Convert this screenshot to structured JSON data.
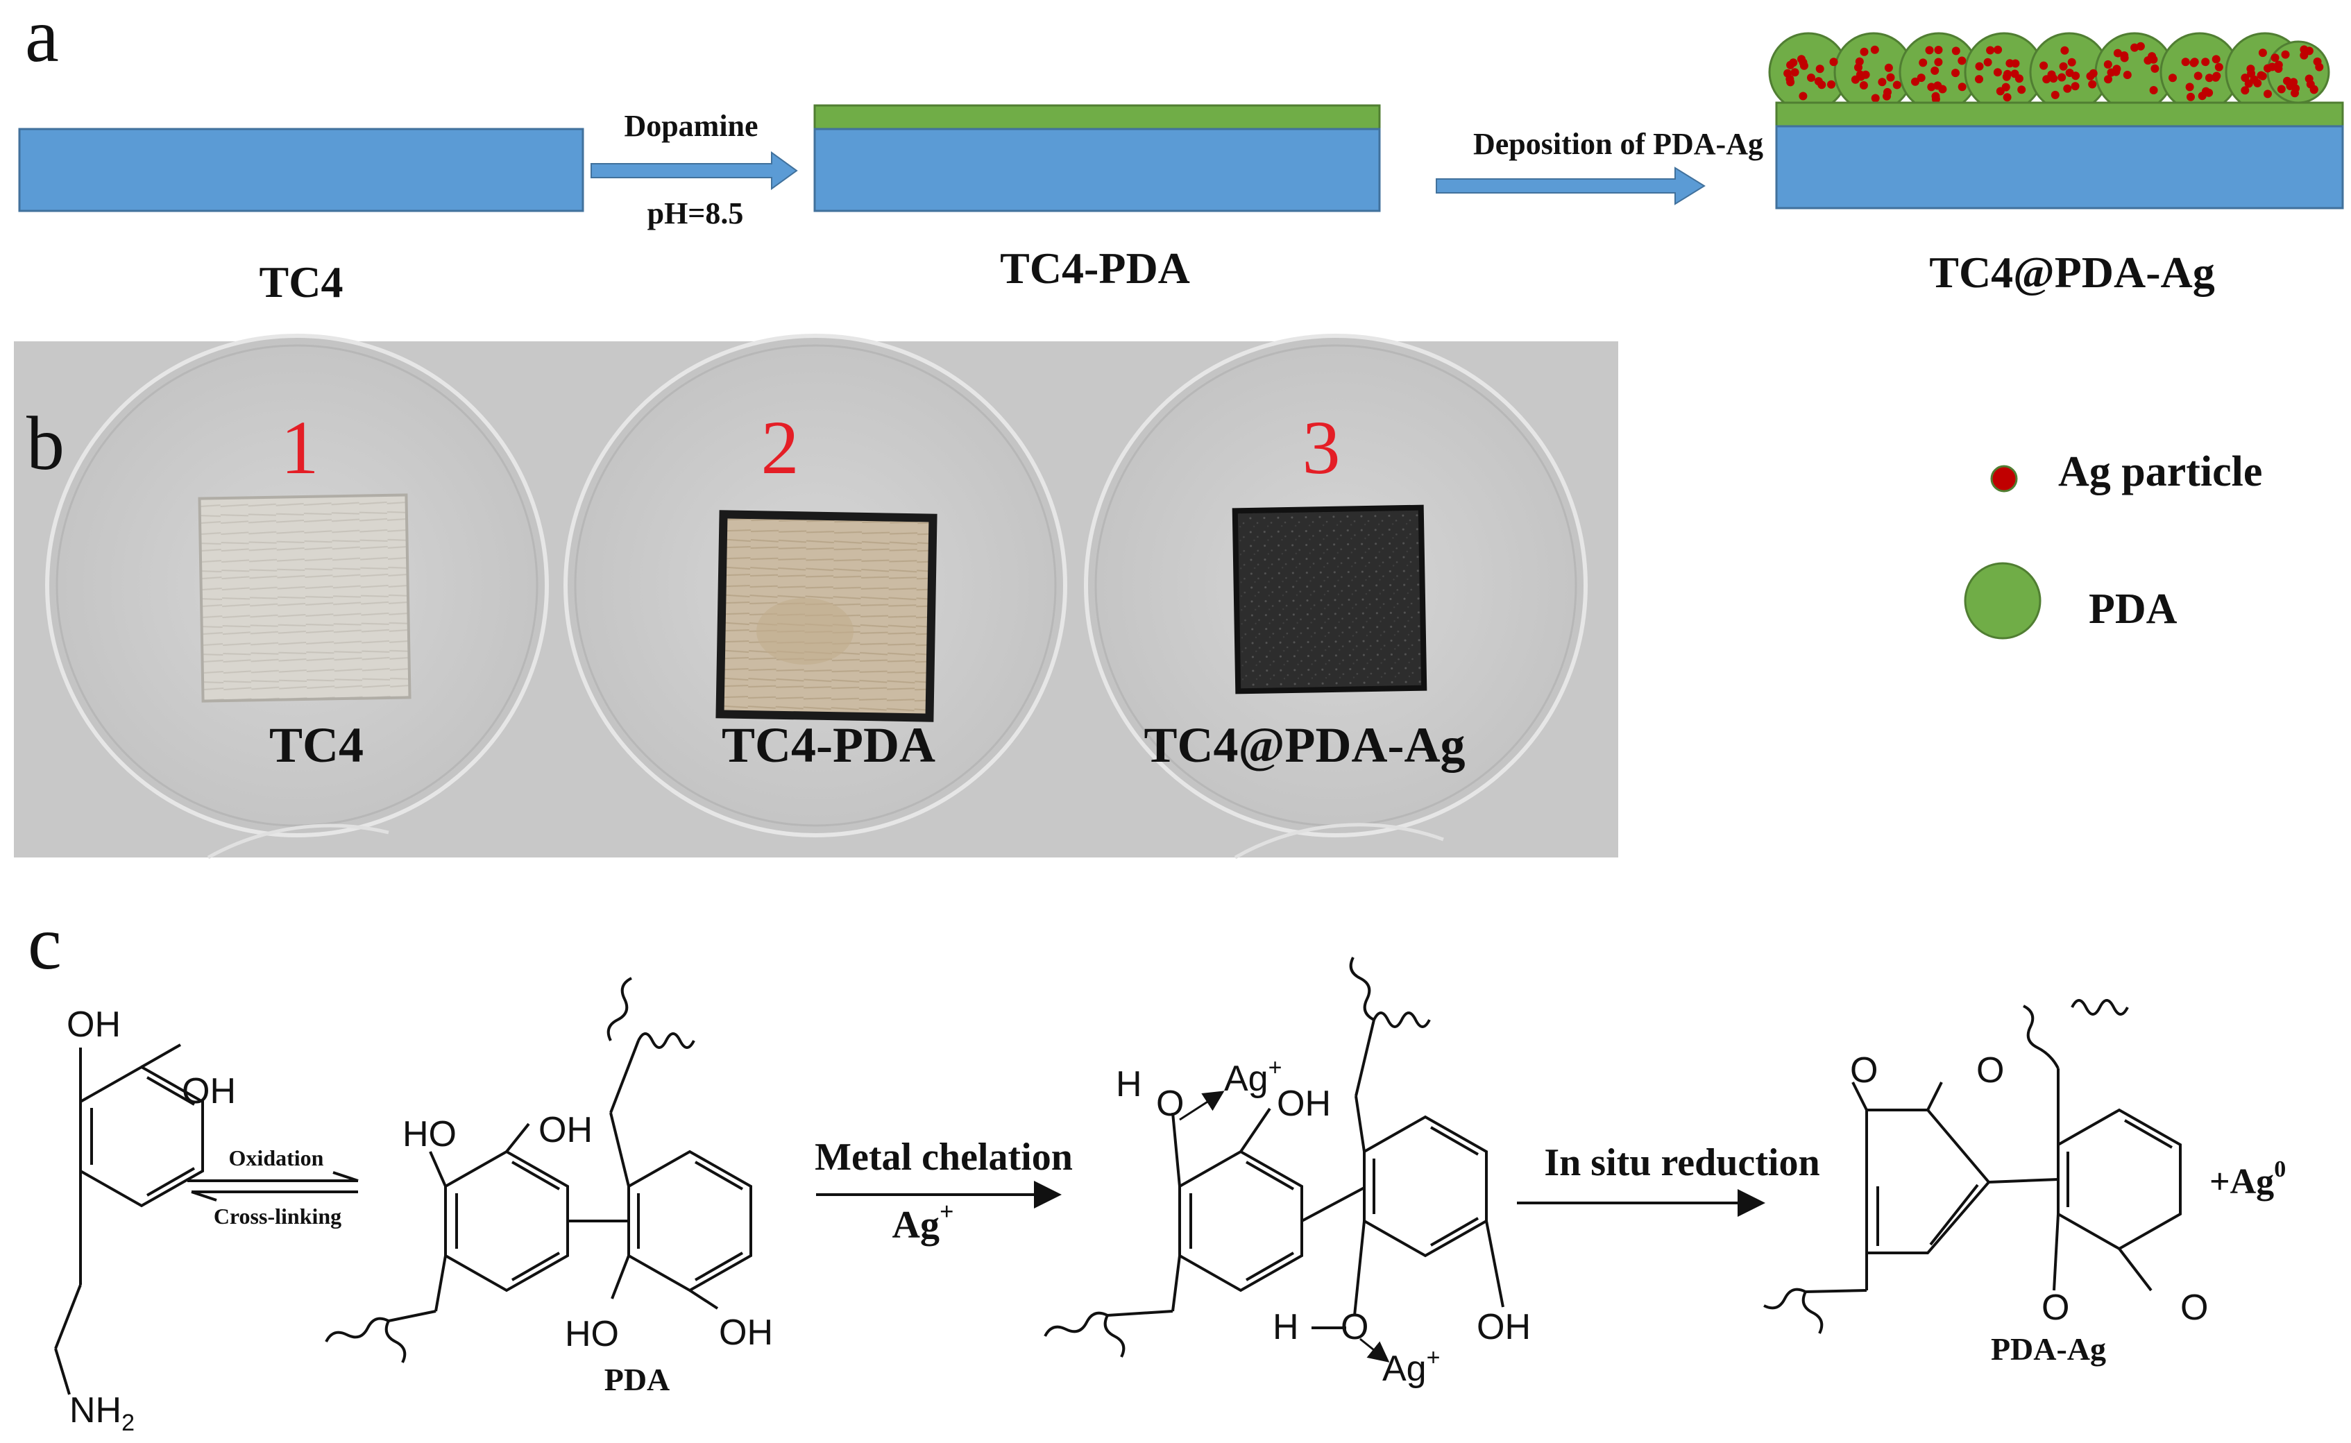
{
  "panels": {
    "a": "a",
    "b": "b",
    "c": "c"
  },
  "panel_a": {
    "step1_label": "TC4",
    "step2_label": "TC4-PDA",
    "step3_label": "TC4@PDA-Ag",
    "arrow1_top": "Dopamine",
    "arrow1_bottom": "pH=8.5",
    "arrow2_top": "Deposition of PDA-Ag",
    "colors": {
      "substrate": "#5b9bd5",
      "pda": "#70ad47",
      "ag": "#c00000"
    }
  },
  "panel_b": {
    "numbers": [
      "1",
      "2",
      "3"
    ],
    "samples": [
      "TC4",
      "TC4-PDA",
      "TC4@PDA-Ag"
    ],
    "legend": {
      "ag_label": "Ag particle",
      "pda_label": "PDA"
    }
  },
  "panel_c": {
    "dopamine": {
      "oh1": "OH",
      "oh2": "OH",
      "nh2": "NH",
      "nh2_sub": "2"
    },
    "eq_top": "Oxidation",
    "eq_bottom": "Cross-linking",
    "pda_oh": [
      "HO",
      "OH",
      "HO",
      "OH"
    ],
    "pda_label": "PDA",
    "arrow2_top": "Metal chelation",
    "arrow2_bottom": "Ag",
    "arrow2_bottom_sup": "+",
    "chel": {
      "h1": "H",
      "o1": "O",
      "ag1": "Ag",
      "ag1_sup": "+",
      "oh1": "OH",
      "h2": "H",
      "o2": "O",
      "ag2": "Ag",
      "ag2_sup": "+",
      "oh2": "OH"
    },
    "arrow3_top": "In situ reduction",
    "quinone_o": [
      "O",
      "O",
      "O",
      "O"
    ],
    "ag0": "+Ag",
    "ag0_sup": "0",
    "product_label": "PDA-Ag"
  }
}
